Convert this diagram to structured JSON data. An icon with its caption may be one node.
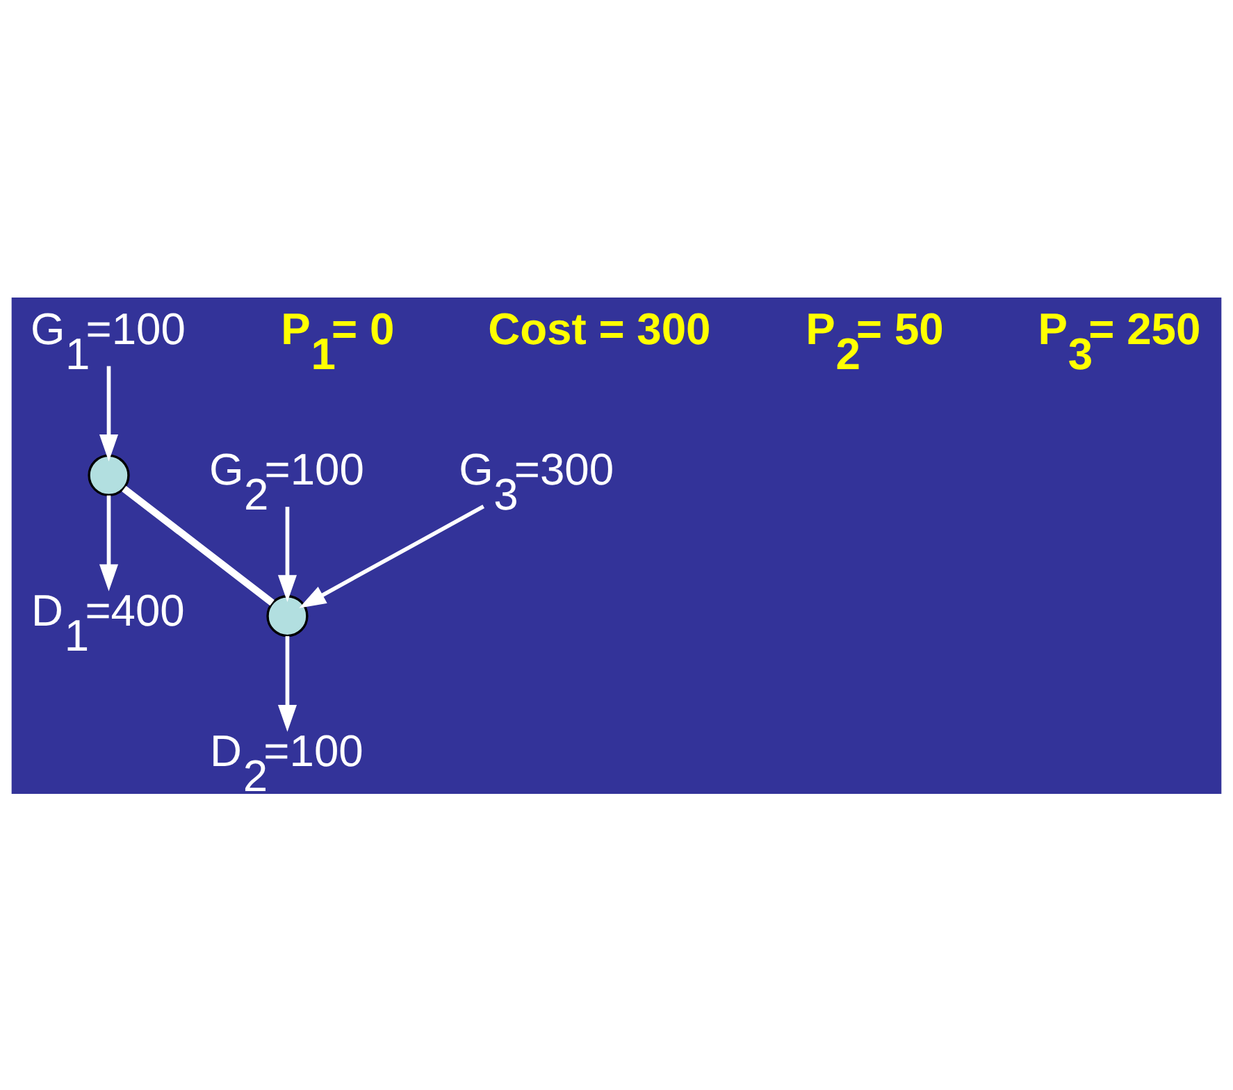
{
  "diagram": {
    "nodes": [
      {
        "text": [
          "G$_{1}$=100"
        ]
      },
      {
        "text": [],
        "shape": "circle"
      },
      {
        "text": [
          "D$_{1}$=400"
        ]
      },
      {
        "text": [],
        "shape": "circle"
      },
      {
        "text": [
          "G$_{2}$=100"
        ]
      },
      {
        "text": [
          "D$_{2}$=100"
        ]
      },
      {
        "text": [
          "G$_{3}$=300"
        ]
      }
    ],
    "edges": [
      {
        "from": 0,
        "to": 1,
        "arrow": "to"
      },
      {
        "from": 1,
        "to": 2,
        "arrow": "to"
      },
      {
        "from": 1,
        "to": 3,
        "arrow": "none",
        "style": "thick"
      },
      {
        "from": 4,
        "to": 3,
        "arrow": "to"
      },
      {
        "from": 6,
        "to": 3,
        "arrow": "to"
      },
      {
        "from": 3,
        "to": 5,
        "arrow": "to"
      }
    ],
    "labels": [
      "P$_{1}$= 0",
      "Cost = 300",
      "P$_{2}$= 50",
      "P$_{3}$= 250"
    ]
  }
}
